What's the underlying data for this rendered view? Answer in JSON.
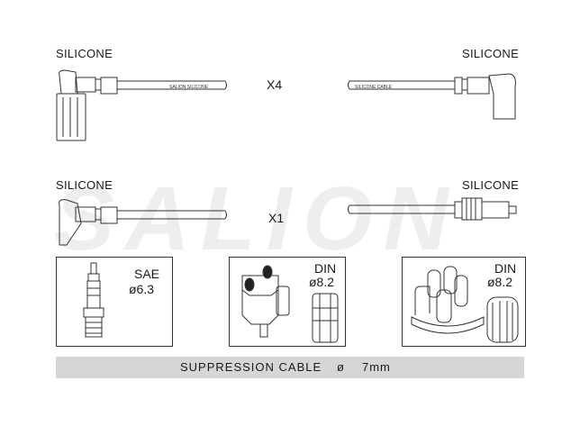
{
  "labels": {
    "top_left": "SILICONE",
    "top_right": "SILICONE",
    "mid_left": "SILICONE",
    "mid_right": "SILICONE"
  },
  "counts": {
    "row1": "X4",
    "row2": "X1"
  },
  "cable_text": {
    "left_print": "SALION SILICONE",
    "right_print": "SILICONE CABLE"
  },
  "panels": [
    {
      "name": "SAE",
      "size": "ø6.3"
    },
    {
      "name": "DIN",
      "size": "ø8.2"
    },
    {
      "name": "DIN",
      "size": "ø8.2"
    }
  ],
  "banner": {
    "text": "SUPPRESSION CABLE",
    "symbol": "ø",
    "value": "7mm"
  },
  "watermark": "SALION",
  "colors": {
    "line": "#333333",
    "banner": "#d6d6d6",
    "watermark": "#e8e8e8"
  }
}
